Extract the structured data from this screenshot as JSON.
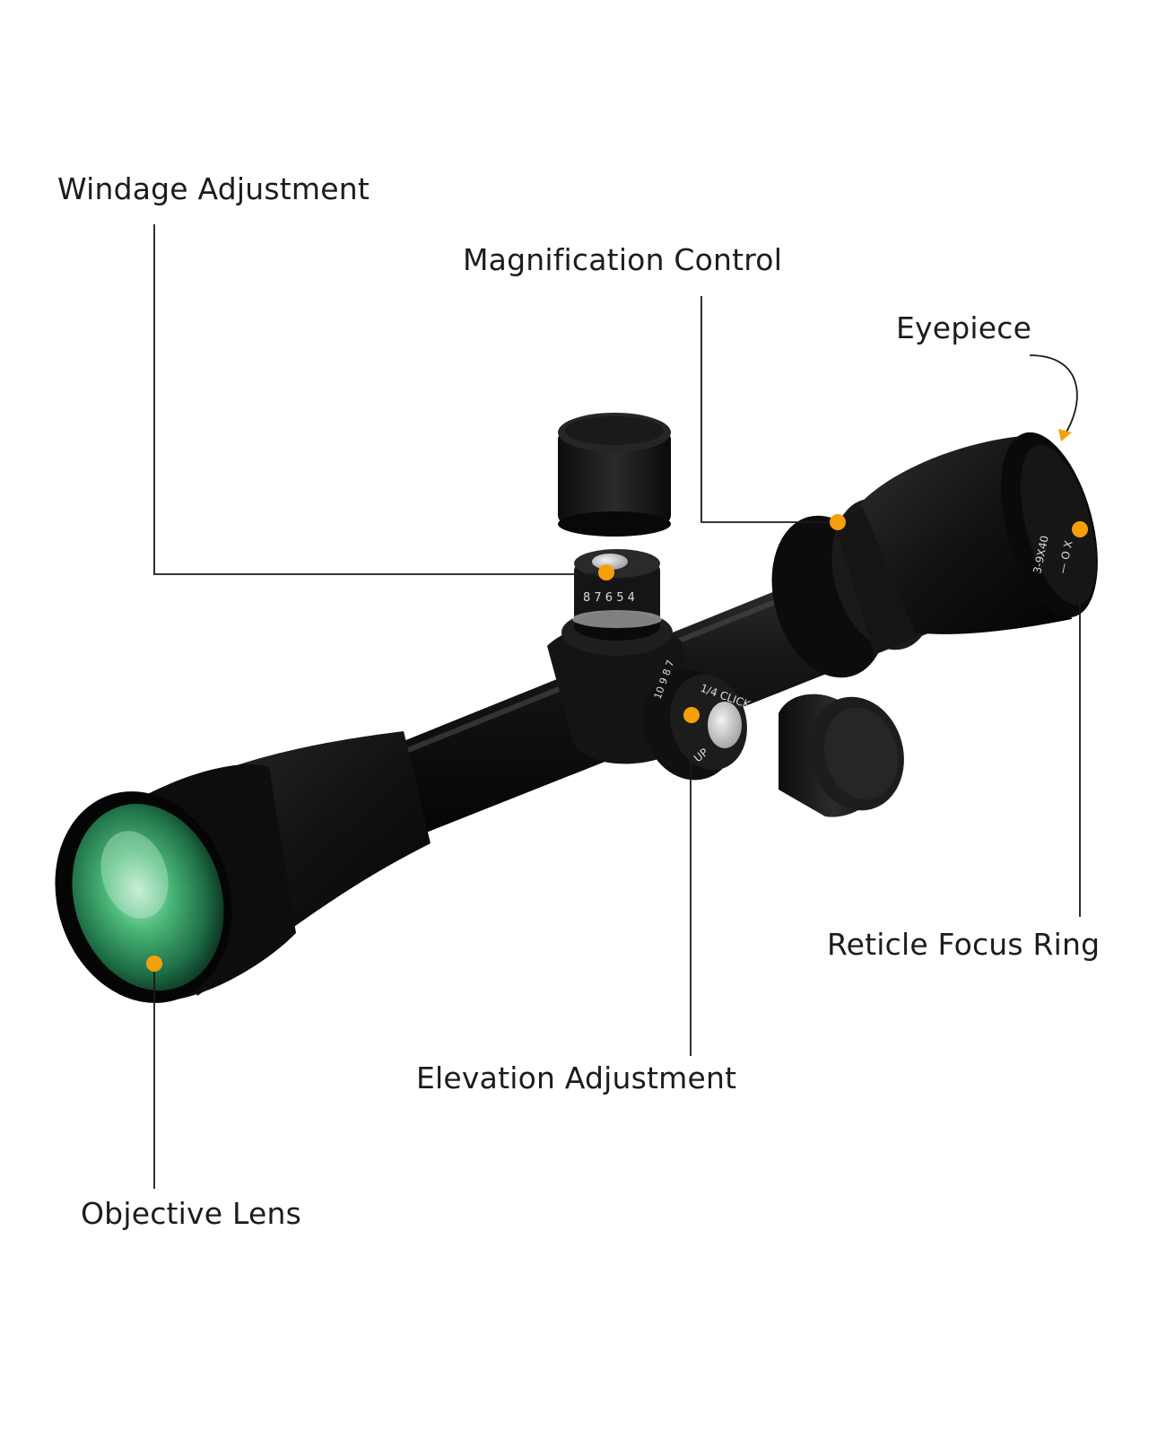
{
  "diagram": {
    "callouts": {
      "windage": "Windage Adjustment",
      "magnification": "Magnification Control",
      "eyepiece": "Eyepiece",
      "reticle_focus": "Reticle Focus Ring",
      "elevation": "Elevation Adjustment",
      "objective": "Objective Lens"
    },
    "scope_markings": {
      "power_label": "3-9X40",
      "eyepiece_ticks": "— O X",
      "elevation_click": "1/4 CLICK",
      "elevation_dir": "UP",
      "elevation_scale": "10 9 8 7",
      "windage_scale": "8 7 6 5 4"
    },
    "colors": {
      "marker": "#f5a00a",
      "leader_line": "#1a1a1a",
      "lens_tint": "#3fae6a",
      "body": "#111111",
      "text": "#1c1c1c"
    }
  }
}
